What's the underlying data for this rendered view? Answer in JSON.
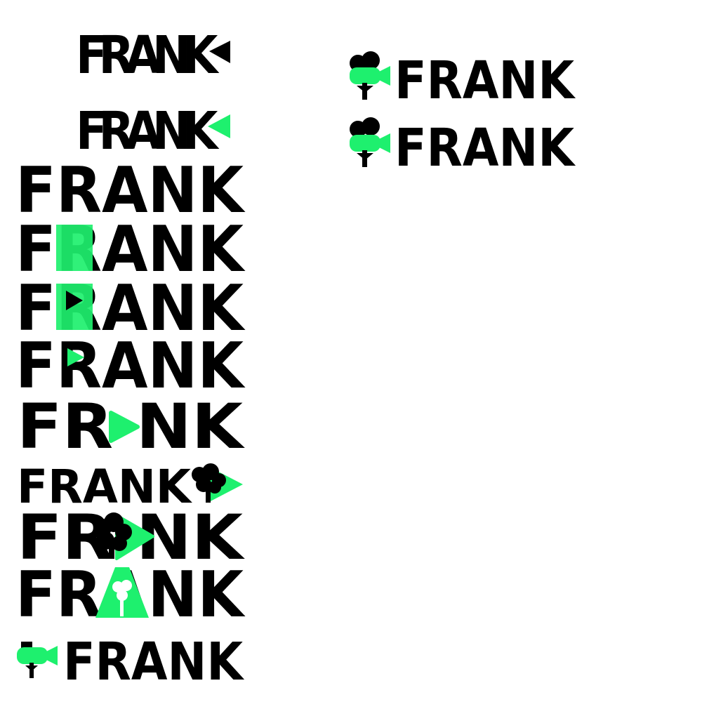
{
  "colors": {
    "black": "#000000",
    "green": "#1ef06e",
    "background": "#ffffff"
  },
  "wordmark": "FRANK",
  "logos": [
    {
      "name": "logo-stacked-arrow-black",
      "letters": "FRANK",
      "variant": "stacked-letters with black play arrow"
    },
    {
      "name": "logo-stacked-arrow-green",
      "letters": "FRANK",
      "variant": "stacked-letters with green play arrow"
    },
    {
      "name": "logo-plain",
      "letters": "FRANK",
      "variant": "plain wordmark"
    },
    {
      "name": "logo-green-r",
      "letters": "FRANK",
      "variant": "green R"
    },
    {
      "name": "logo-green-r-play",
      "letters": "FRANK",
      "variant": "green R with black play counter"
    },
    {
      "name": "logo-play-in-r",
      "letters": "FRANK",
      "variant": "green play in R counter"
    },
    {
      "name": "logo-play-as-a",
      "letters": "FR NK",
      "variant": "green play replaces A"
    },
    {
      "name": "logo-tree-play-after",
      "letters": "FRANK",
      "variant": "tree with green play after wordmark"
    },
    {
      "name": "logo-tree-play-as-a",
      "letters": "FR NK",
      "variant": "tree with green play replaces A"
    },
    {
      "name": "logo-green-a-tree",
      "letters": "FRANK",
      "variant": "green A with white tree"
    },
    {
      "name": "logo-camera-tree",
      "letters": "FRANK",
      "variant": "camera-tree icon"
    },
    {
      "name": "logo-camera-tree-right-1",
      "letters": "FRANK",
      "variant": "camera-tree icon"
    },
    {
      "name": "logo-camera-tree-right-2",
      "letters": "FRANK",
      "variant": "camera-tree icon"
    }
  ],
  "icons": [
    "play-icon",
    "tree-icon",
    "camera-tree-icon"
  ]
}
